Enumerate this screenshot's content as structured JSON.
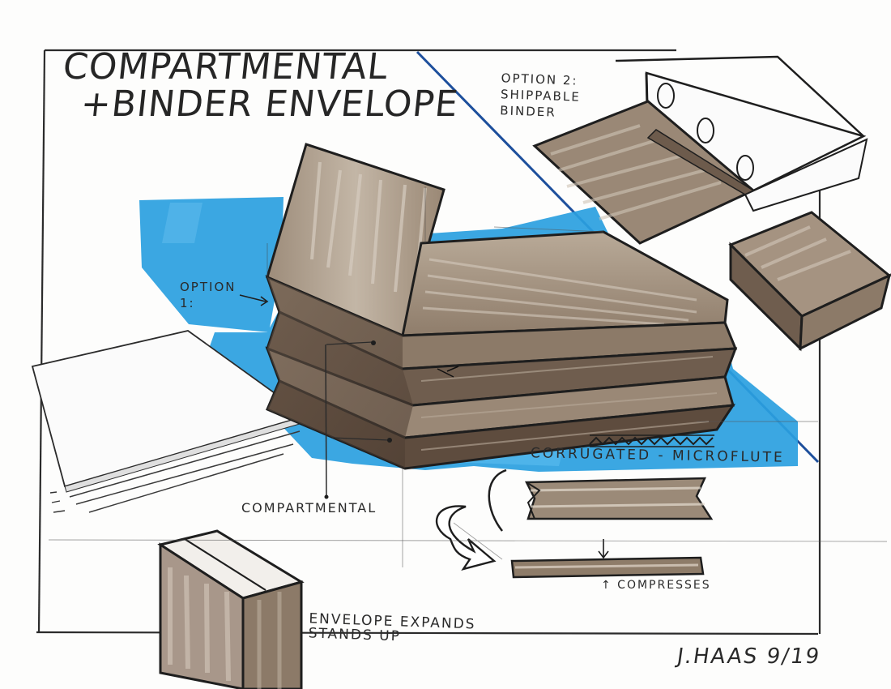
{
  "title": {
    "line1": "COMPARTMENTAL",
    "line2": "+BINDER ENVELOPE"
  },
  "labels": {
    "option2": "OPTION 2:\nSHIPPABLE\nBINDER",
    "option1": "OPTION\n1:",
    "compartmental": "COMPARTMENTAL",
    "corrugated": "CORRUGATED - MICROFLUTE",
    "compresses": "↑ COMPRESSES",
    "envelope": "ENVELOPE EXPANDS\nSTANDS UP"
  },
  "signature": "J.HAAS 9/19",
  "colors": {
    "blue_marker": "#2a9fe0",
    "cardboard_light": "#b3a493",
    "cardboard_mid": "#8c7a68",
    "cardboard_dark": "#5e4c3e",
    "ink": "#1e1e1e",
    "diagonal_line": "#1d4f9c"
  }
}
